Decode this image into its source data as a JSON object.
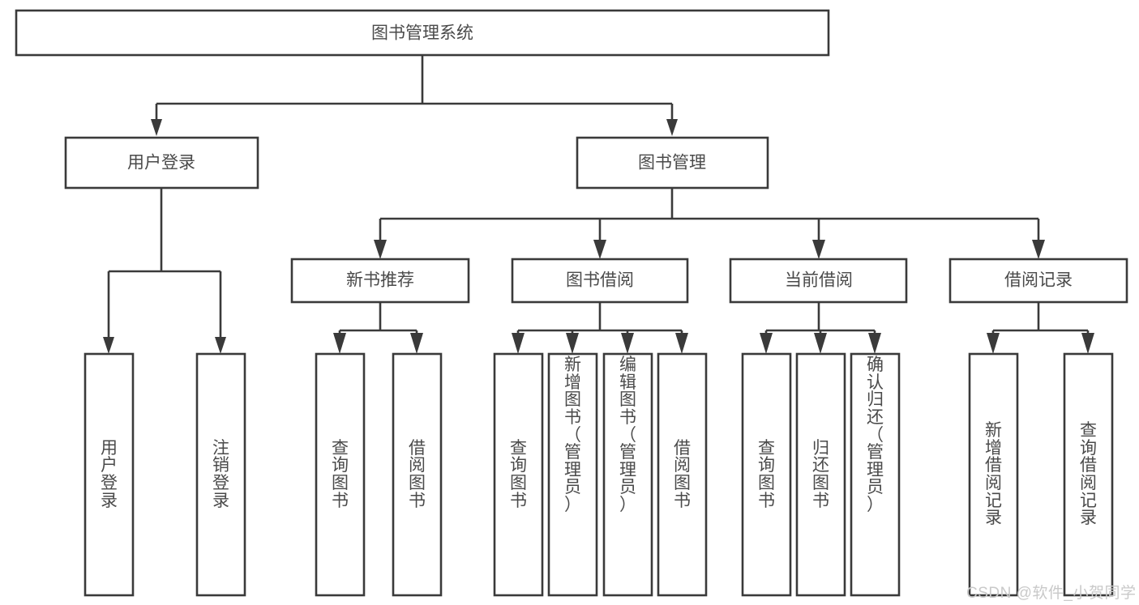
{
  "diagram": {
    "type": "tree-hierarchy-chart",
    "title": "图书管理系统",
    "colors": {
      "stroke": "#3a3a3a",
      "box_fill": "#ffffff",
      "text": "#4a4a4a",
      "background": "#ffffff",
      "watermark": "#c9c9c9"
    },
    "root": {
      "id": "root",
      "label": "图书管理系统"
    },
    "level2": [
      {
        "id": "user-login",
        "label": "用户登录"
      },
      {
        "id": "book-management",
        "label": "图书管理"
      }
    ],
    "level3": [
      {
        "id": "new-book-recommend",
        "label": "新书推荐",
        "parent": "book-management"
      },
      {
        "id": "book-borrow",
        "label": "图书借阅",
        "parent": "book-management"
      },
      {
        "id": "current-borrow",
        "label": "当前借阅",
        "parent": "book-management"
      },
      {
        "id": "borrow-record",
        "label": "借阅记录",
        "parent": "book-management"
      }
    ],
    "leaves": [
      {
        "id": "leaf-user-login",
        "parent": "user-login",
        "lines": [
          "用",
          "户",
          "登",
          "录"
        ]
      },
      {
        "id": "leaf-logout",
        "parent": "user-login",
        "lines": [
          "注",
          "销",
          "登",
          "录"
        ]
      },
      {
        "id": "leaf-query-book-1",
        "parent": "new-book-recommend",
        "lines": [
          "查",
          "询",
          "图",
          "书"
        ]
      },
      {
        "id": "leaf-borrow-book-1",
        "parent": "new-book-recommend",
        "lines": [
          "借",
          "阅",
          "图",
          "书"
        ]
      },
      {
        "id": "leaf-query-book-2",
        "parent": "book-borrow",
        "lines": [
          "查",
          "询",
          "图",
          "书"
        ]
      },
      {
        "id": "leaf-add-book",
        "parent": "book-borrow",
        "lines": [
          "新",
          "增",
          "图",
          "书",
          "（",
          "管",
          "理",
          "员",
          "）"
        ]
      },
      {
        "id": "leaf-edit-book",
        "parent": "book-borrow",
        "lines": [
          "编",
          "辑",
          "图",
          "书",
          "（",
          "管",
          "理",
          "员",
          "）"
        ]
      },
      {
        "id": "leaf-borrow-book-2",
        "parent": "book-borrow",
        "lines": [
          "借",
          "阅",
          "图",
          "书"
        ]
      },
      {
        "id": "leaf-query-book-3",
        "parent": "current-borrow",
        "lines": [
          "查",
          "询",
          "图",
          "书"
        ]
      },
      {
        "id": "leaf-return-book",
        "parent": "current-borrow",
        "lines": [
          "归",
          "还",
          "图",
          "书"
        ]
      },
      {
        "id": "leaf-confirm-return",
        "parent": "current-borrow",
        "lines": [
          "确",
          "认",
          "归",
          "还",
          "（",
          "管",
          "理",
          "员",
          "）"
        ]
      },
      {
        "id": "leaf-add-record",
        "parent": "borrow-record",
        "lines": [
          "新",
          "增",
          "借",
          "阅",
          "记",
          "录"
        ]
      },
      {
        "id": "leaf-query-record",
        "parent": "borrow-record",
        "lines": [
          "查",
          "询",
          "借",
          "阅",
          "记",
          "录"
        ]
      }
    ]
  },
  "watermark": {
    "text": "CSDN @软件_小贺同学"
  }
}
